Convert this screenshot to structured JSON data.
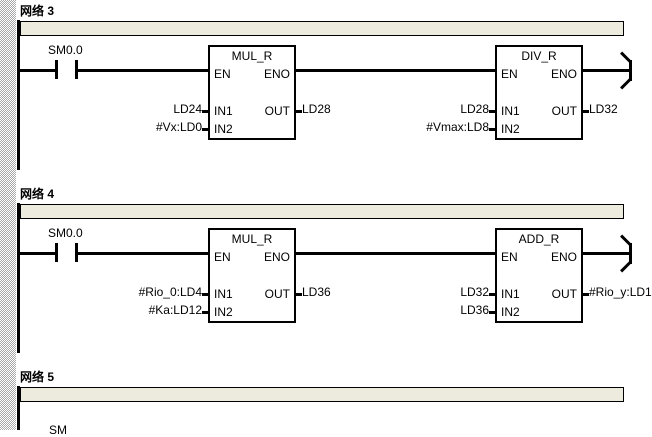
{
  "app": {
    "kind": "plc-ladder-logic-editor",
    "colors": {
      "comment_bar_fill": "#EDEBDD",
      "line": "#000000",
      "background": "#FFFFFF",
      "gutter": "#A8A8A8"
    }
  },
  "networks": [
    {
      "label": "网络 3",
      "comment": "",
      "contact": {
        "name": "SM0.0",
        "type": "normally-open"
      },
      "blocks": [
        {
          "title": "MUL_R",
          "pins": {
            "en": "EN",
            "eno": "ENO",
            "in1": "IN1",
            "in2": "IN2",
            "out": "OUT"
          },
          "in1_operand": "LD24",
          "in2_operand": "#Vx:LD0",
          "out_operand": "LD28"
        },
        {
          "title": "DIV_R",
          "pins": {
            "en": "EN",
            "eno": "ENO",
            "in1": "IN1",
            "in2": "IN2",
            "out": "OUT"
          },
          "in1_operand": "LD28",
          "in2_operand": "#Vmax:LD8",
          "out_operand": "LD32"
        }
      ],
      "continues_right": true
    },
    {
      "label": "网络 4",
      "comment": "",
      "contact": {
        "name": "SM0.0",
        "type": "normally-open"
      },
      "blocks": [
        {
          "title": "MUL_R",
          "pins": {
            "en": "EN",
            "eno": "ENO",
            "in1": "IN1",
            "in2": "IN2",
            "out": "OUT"
          },
          "in1_operand": "#Rio_0:LD4",
          "in2_operand": "#Ka:LD12",
          "out_operand": "LD36"
        },
        {
          "title": "ADD_R",
          "pins": {
            "en": "EN",
            "eno": "ENO",
            "in1": "IN1",
            "in2": "IN2",
            "out": "OUT"
          },
          "in1_operand": "LD32",
          "in2_operand": "LD36",
          "out_operand": "#Rio_y:LD1"
        }
      ],
      "continues_right": true
    },
    {
      "label": "网络 5",
      "comment": "",
      "contact": null,
      "blocks": [],
      "continues_right": false
    }
  ],
  "partial_bottom_glyph": "SM"
}
